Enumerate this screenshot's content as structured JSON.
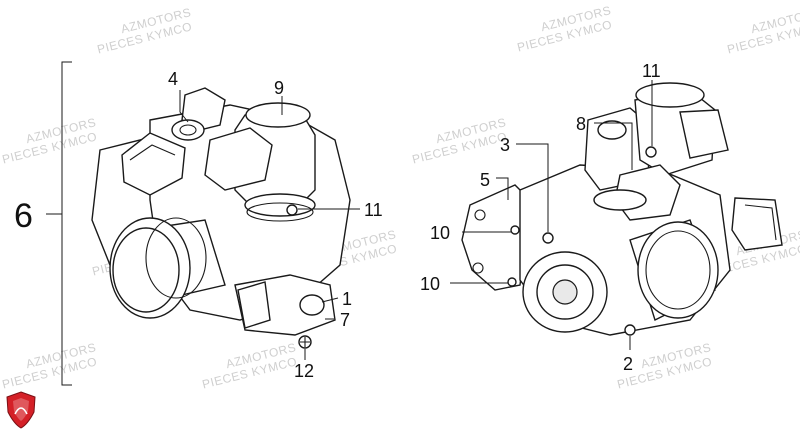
{
  "watermark": {
    "line1": "AZMOTORS",
    "line2": "PIECES KYMCO"
  },
  "callouts": {
    "c1": "1",
    "c2": "2",
    "c3": "3",
    "c4": "4",
    "c5": "5",
    "c6": "6",
    "c7": "7",
    "c8": "8",
    "c9": "9",
    "c10a": "10",
    "c10b": "10",
    "c11a": "11",
    "c11b": "11",
    "c12": "12"
  },
  "colors": {
    "logo": "#d42027",
    "watermark": "#cfcfcf"
  },
  "icons": {
    "logo": "azmotors-shield-icon"
  }
}
